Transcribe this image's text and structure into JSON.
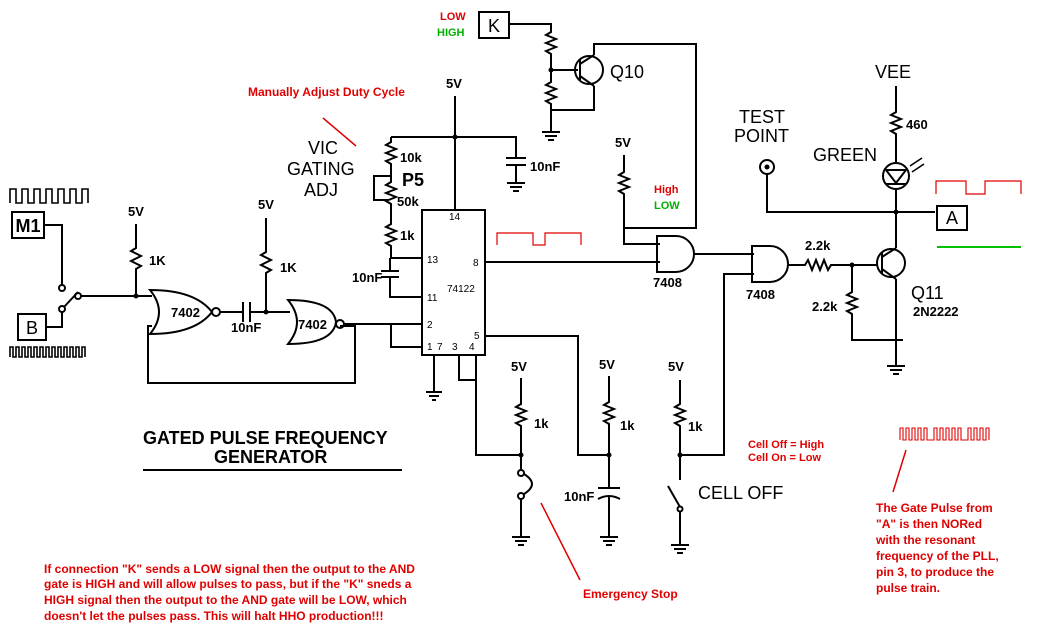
{
  "title": {
    "line1": "GATED PULSE FREQUENCY",
    "line2": "GENERATOR"
  },
  "inputs": {
    "m1": "M1",
    "b": "B",
    "k": "K",
    "a": "A"
  },
  "k_states": {
    "low": "LOW",
    "high": "HIGH"
  },
  "supply": {
    "five_v": "5V",
    "vee": "VEE"
  },
  "chips": {
    "nor": "7402",
    "and": "7408",
    "monostable": "74122"
  },
  "transistors": {
    "q10": "Q10",
    "q11": "Q11",
    "q11_part": "2N2222"
  },
  "components": {
    "r_1k": "1K",
    "r_1k_lower": "1k",
    "r_10k": "10k",
    "r_50k": "50k",
    "r_2_2k": "2.2k",
    "r_460": "460",
    "c_10nf": "10nF",
    "p5": "P5"
  },
  "pins": {
    "p14": "14",
    "p13": "13",
    "p11": "11",
    "p8": "8",
    "p2": "2",
    "p5": "5",
    "p1": "1",
    "p7": "7",
    "p3": "3",
    "p4": "4"
  },
  "labels": {
    "vic_gating": [
      "VIC",
      "GATING",
      "ADJ"
    ],
    "test_point": [
      "TEST",
      "POINT"
    ],
    "green": "GREEN",
    "cell_off": "CELL OFF",
    "mid_high": "High",
    "mid_low": "LOW"
  },
  "annotations": {
    "duty_cycle": "Manually Adjust Duty Cycle",
    "emergency_stop": "Emergency Stop",
    "cell_state": [
      "Cell Off = High",
      "Cell On = Low"
    ],
    "gate_pulse": [
      "The Gate Pulse from",
      "\"A\" is then NORed",
      "with the resonant",
      "frequency of the PLL,",
      "pin 3, to produce the",
      "pulse train."
    ],
    "k_note": [
      "If connection \"K\" sends a LOW signal then the output to the AND",
      "gate is HIGH and will allow pulses to pass, but if the \"K\" sneds a",
      "HIGH signal then the output to the AND gate will be LOW, which",
      "doesn't let the pulses pass. This will halt HHO production!!!"
    ]
  },
  "colors": {
    "annotation": "#e00000",
    "high_state": "#00b000",
    "wire": "#000000"
  }
}
